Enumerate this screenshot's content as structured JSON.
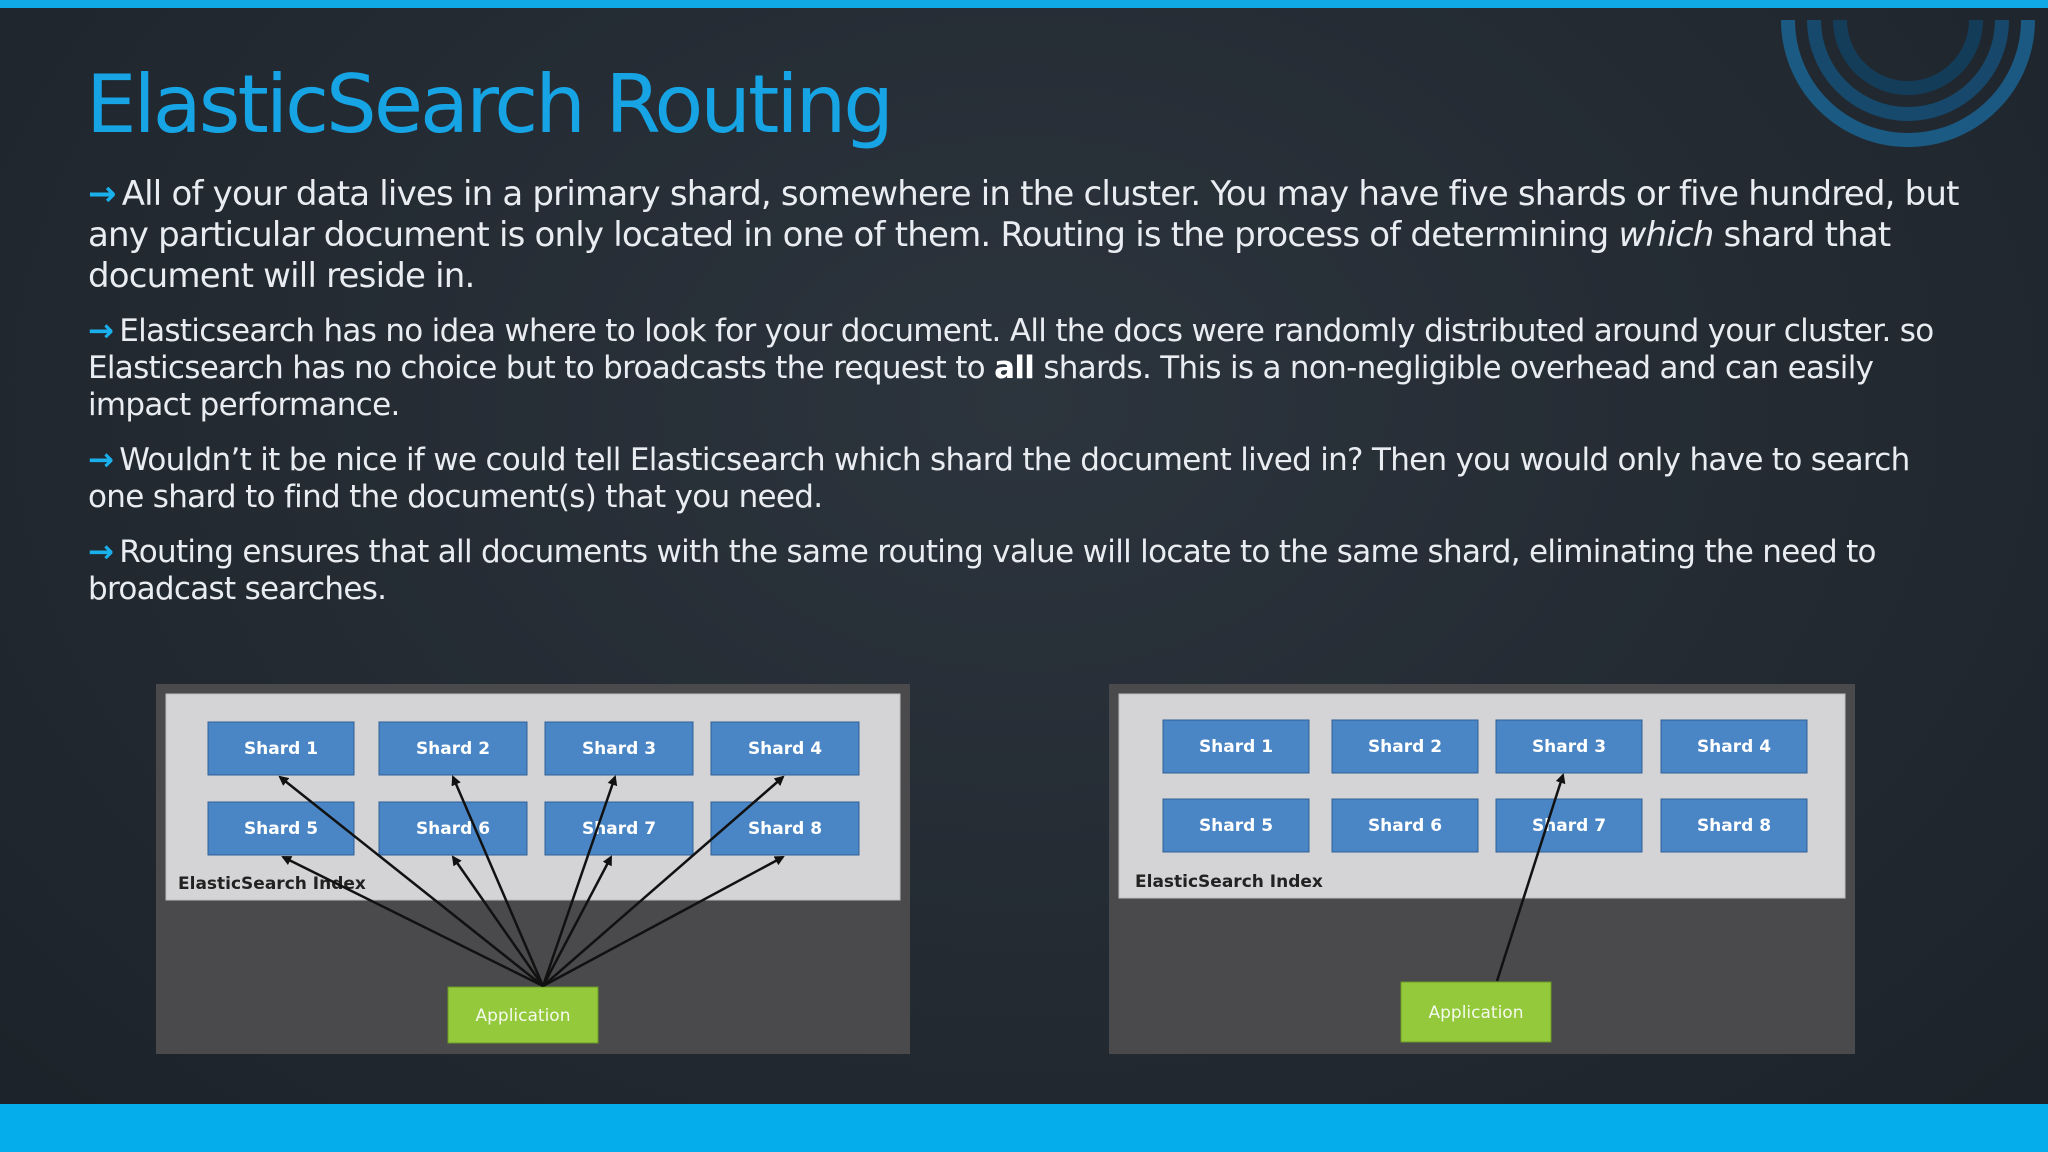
{
  "slide": {
    "title": "ElasticSearch Routing",
    "accent_color": "#16a4e4",
    "bar_color": "#05aeea"
  },
  "bullets": {
    "arrow_icon": "→",
    "b1": {
      "text": "All of your data lives in a primary shard, somewhere in the cluster. You may have five shards or five hundred, but any particular document is only located in one of them. Routing is the process of determining ",
      "emph": "which",
      "text_after": " shard that document will reside in."
    },
    "b2": {
      "text": "Elasticsearch has no idea where to look for your document. All the docs were randomly distributed around your cluster. so Elasticsearch has no choice but to broadcasts the request to ",
      "strong": "all",
      "text_after": "  shards. This is a non-negligible overhead and can easily impact performance."
    },
    "b3": {
      "text": "Wouldn’t it be nice if we could tell Elasticsearch which shard the document lived in? Then you would only have to search one shard to find the document(s) that you need."
    },
    "b4": {
      "text": "Routing ensures that all documents with the same routing value will locate to the same shard, eliminating the need to broadcast searches."
    }
  },
  "diagram_left": {
    "shards": [
      "Shard 1",
      "Shard 2",
      "Shard 3",
      "Shard 4",
      "Shard 5",
      "Shard 6",
      "Shard 7",
      "Shard 8"
    ],
    "index_label": "ElasticSearch Index",
    "app_label": "Application",
    "routes_to": "all"
  },
  "diagram_right": {
    "shards": [
      "Shard 1",
      "Shard 2",
      "Shard 3",
      "Shard 4",
      "Shard 5",
      "Shard 6",
      "Shard 7",
      "Shard 8"
    ],
    "index_label": "ElasticSearch Index",
    "app_label": "Application",
    "routes_to": "Shard 3"
  }
}
